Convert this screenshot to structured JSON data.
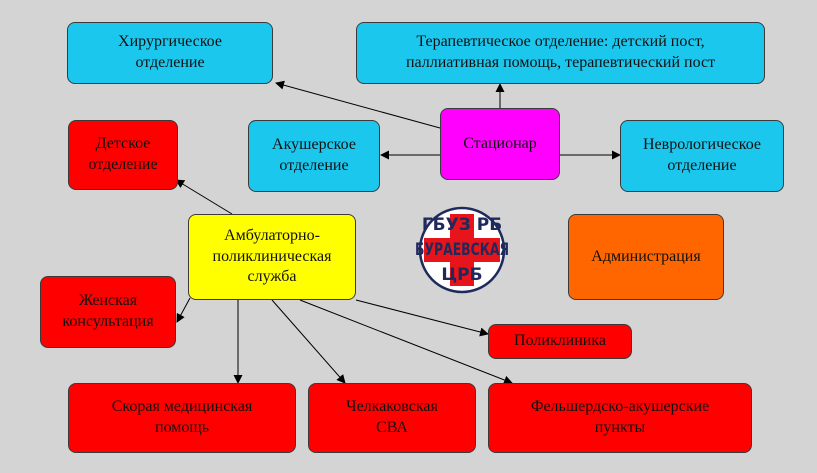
{
  "nodes": {
    "hirurg": "Хирургическое\nотделение",
    "terapev": "Терапевтическое отделение: детский пост,\nпаллиативная помощь, терапевтический пост",
    "stacionar": "Стационар",
    "akusher": "Акушерское\nотделение",
    "nevro": "Неврологическое\nотделение",
    "detskoe": "Детское\nотделение",
    "ambulator": "Амбулаторно-\nполиклиническая\nслужба",
    "admin": "Администрация",
    "zhensk": "Женская\nконсультация",
    "poliklin": "Поликлиника",
    "skoraya": "Скорая медицинская\nпомощь",
    "chelkak": "Челкаковская\nСВА",
    "feldsher": "Фельшердско-акушерские\nпункты"
  },
  "logo": {
    "line1": "ГБУЗ РБ",
    "line2": "БУРАЕВСКАЯ",
    "line3": "ЦРБ"
  },
  "colors": {
    "cyan": "#1cc7ee",
    "red": "#ff0000",
    "magenta": "#ff00ff",
    "yellow": "#ffff00",
    "orange": "#ff6600",
    "background": "#d4d4d4"
  }
}
